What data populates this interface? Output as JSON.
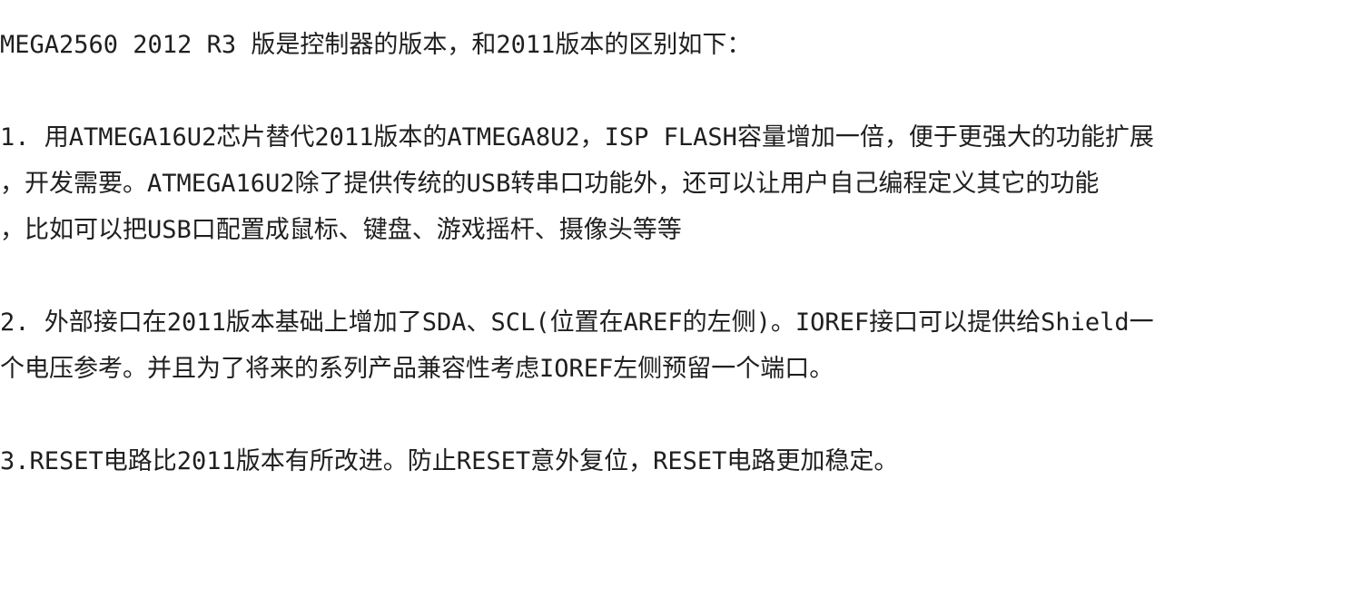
{
  "intro": "MEGA2560 2012 R3 版是控制器的版本，和2011版本的区别如下：",
  "items": [
    {
      "lines": [
        "1. 用ATMEGA16U2芯片替代2011版本的ATMEGA8U2，ISP FLASH容量增加一倍，便于更强大的功能扩展",
        "，开发需要。ATMEGA16U2除了提供传统的USB转串口功能外，还可以让用户自己编程定义其它的功能",
        "，比如可以把USB口配置成鼠标、键盘、游戏摇杆、摄像头等等"
      ]
    },
    {
      "lines": [
        "2. 外部接口在2011版本基础上增加了SDA、SCL(位置在AREF的左侧)。IOREF接口可以提供给Shield一",
        "个电压参考。并且为了将来的系列产品兼容性考虑IOREF左侧预留一个端口。"
      ]
    },
    {
      "lines": [
        "3.RESET电路比2011版本有所改进。防止RESET意外复位，RESET电路更加稳定。"
      ]
    }
  ]
}
